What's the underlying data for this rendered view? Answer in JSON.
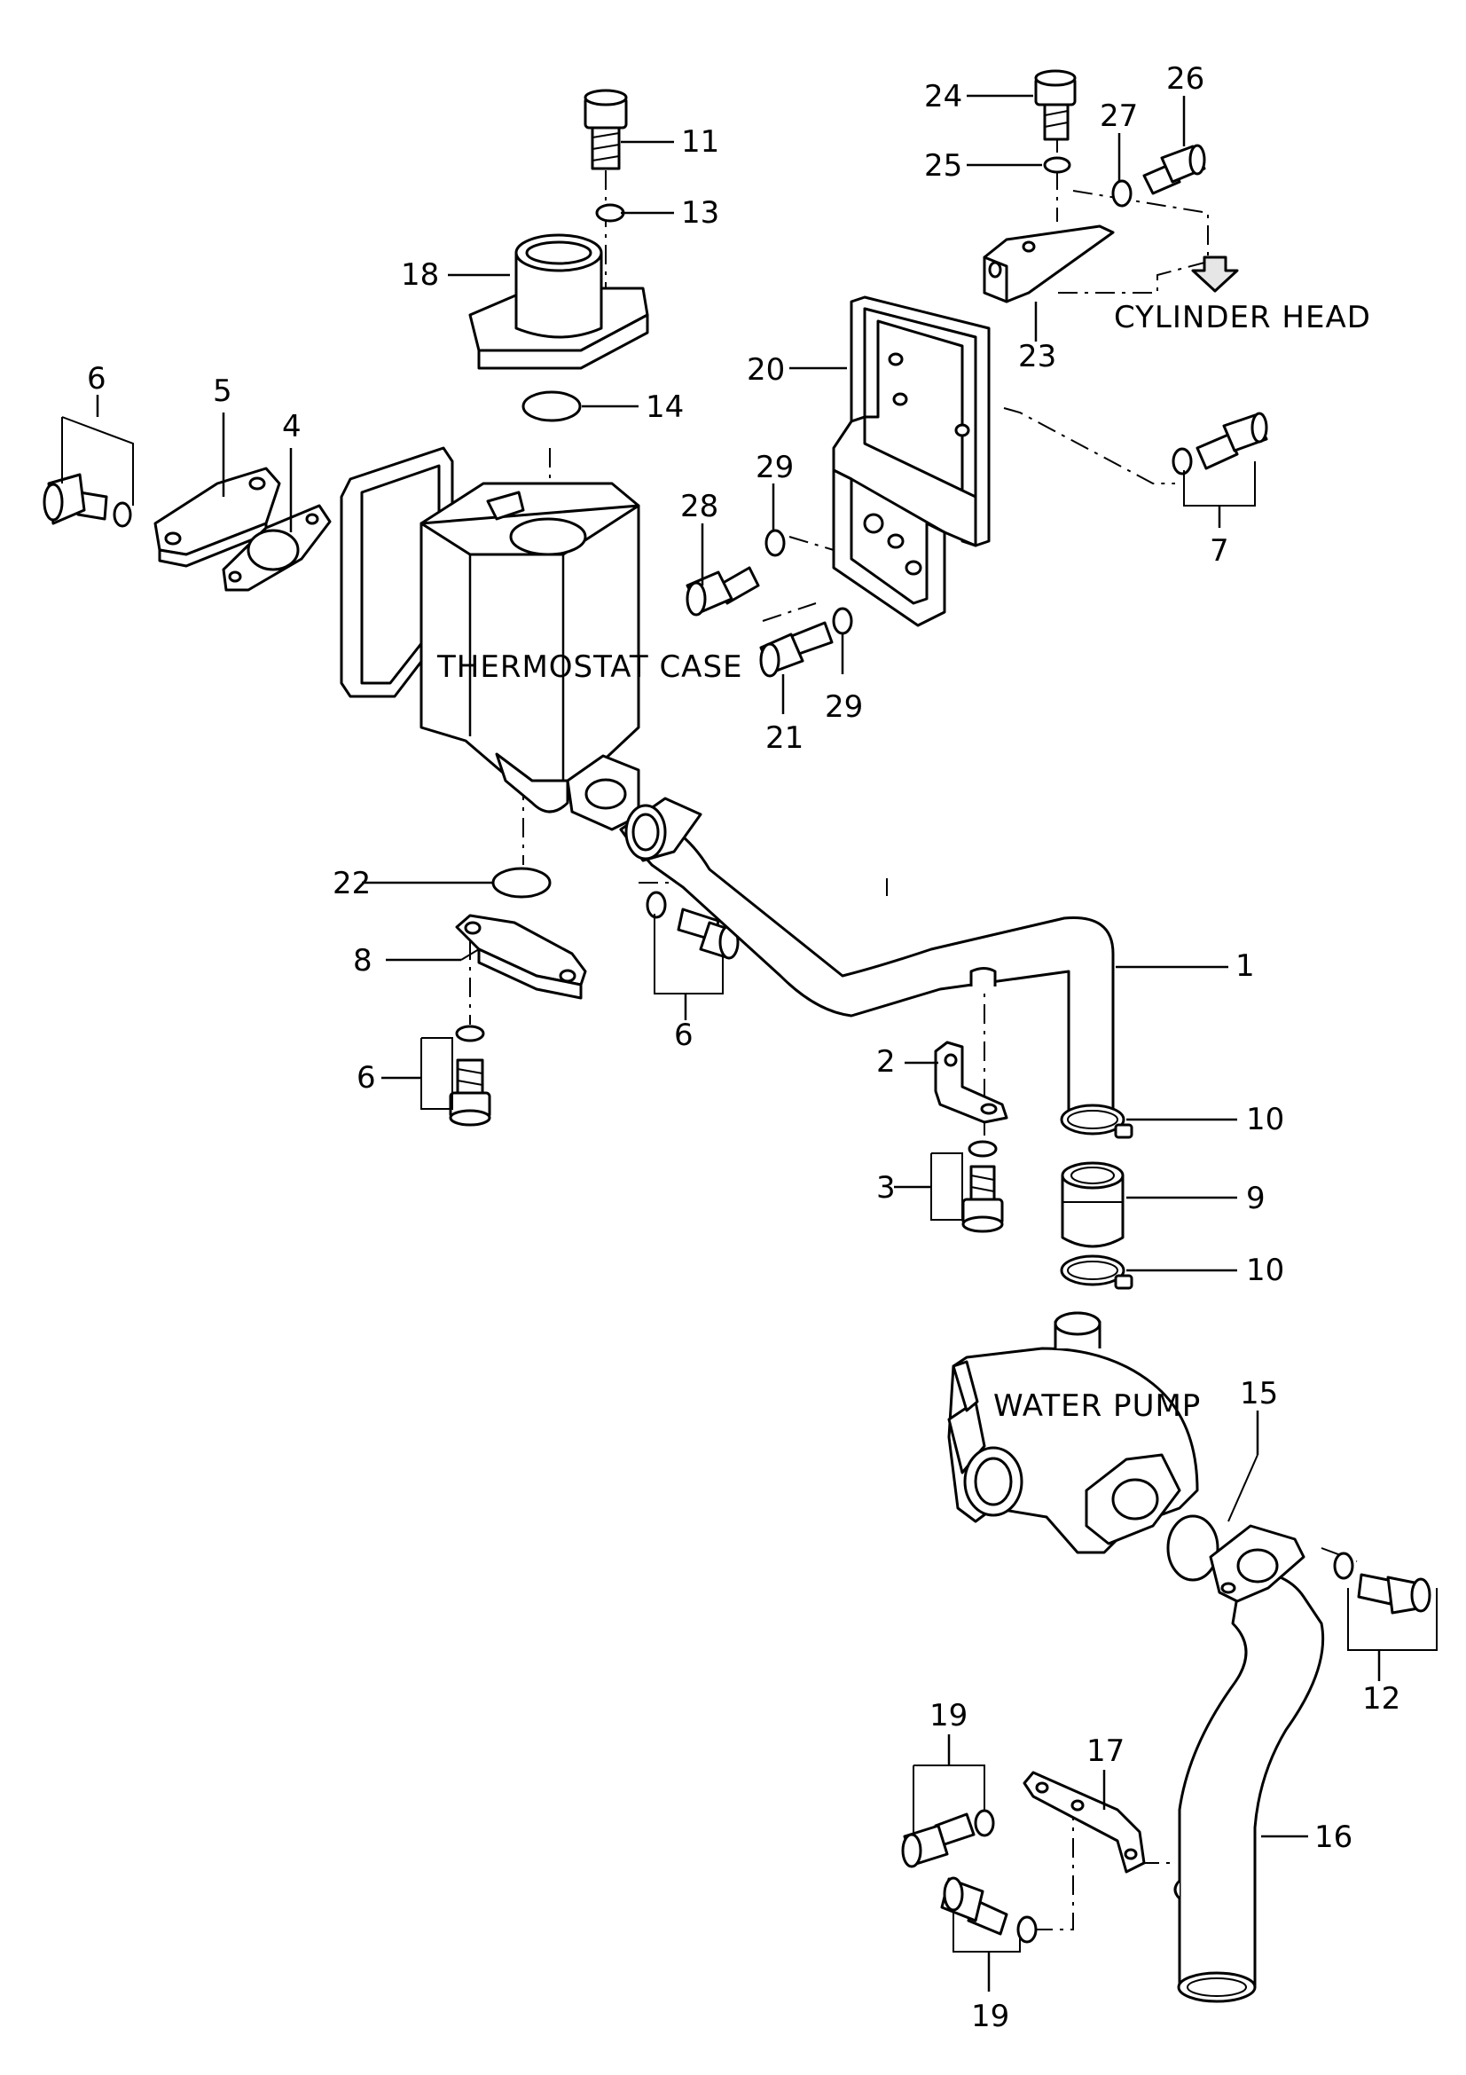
{
  "labels": {
    "thermostat_case": "THERMOSTAT CASE",
    "cylinder_head": "CYLINDER HEAD",
    "water_pump": "WATER PUMP"
  },
  "callouts": {
    "c1": "1",
    "c2": "2",
    "c3": "3",
    "c4": "4",
    "c5": "5",
    "c6a": "6",
    "c6b": "6",
    "c6c": "6",
    "c7": "7",
    "c8": "8",
    "c9": "9",
    "c10a": "10",
    "c10b": "10",
    "c11": "11",
    "c12": "12",
    "c13": "13",
    "c14": "14",
    "c15": "15",
    "c16": "16",
    "c17": "17",
    "c18": "18",
    "c19a": "19",
    "c19b": "19",
    "c20": "20",
    "c21": "21",
    "c22": "22",
    "c23": "23",
    "c24": "24",
    "c25": "25",
    "c26": "26",
    "c27": "27",
    "c28": "28",
    "c29a": "29",
    "c29b": "29"
  }
}
